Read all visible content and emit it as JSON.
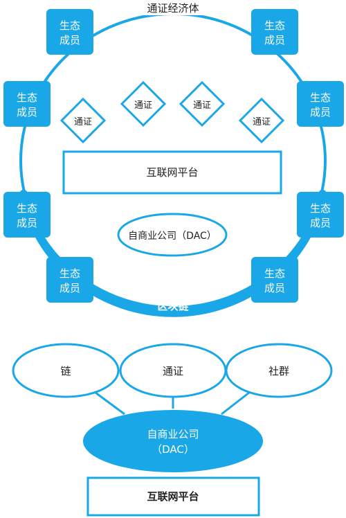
{
  "top_diagram": {
    "ring_label": "通证经济体",
    "arc_label": "区块链",
    "member_label": [
      "生态",
      "成员"
    ],
    "token_label": "通证",
    "platform_label": "互联网平台",
    "dac_label": "自商业公司（DAC）"
  },
  "bottom_diagram": {
    "circles": [
      "链",
      "通证",
      "社群"
    ],
    "dac_label": [
      "自商业公司",
      "（DAC）"
    ],
    "platform_label": "互联网平台"
  },
  "colors": {
    "accent": "#1AA7E8",
    "ring": "#1AA7E8",
    "text_dark": "#222222",
    "text_light": "#ffffff"
  }
}
